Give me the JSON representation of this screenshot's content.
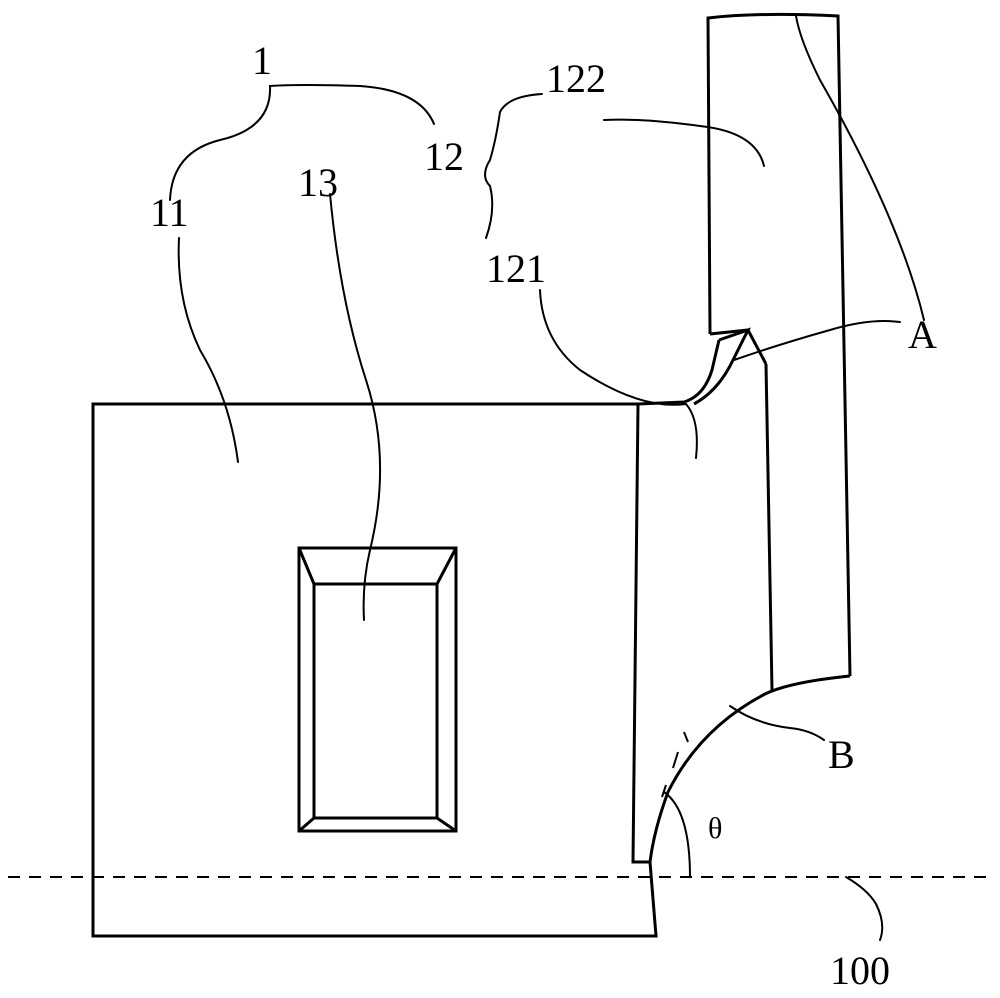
{
  "labels": {
    "assembly": "1",
    "body": "11",
    "arm": "12",
    "window": "13",
    "arm_base": "121",
    "arm_top": "122",
    "point_a": "A",
    "point_b": "B",
    "angle": "θ",
    "reference_plane": "100"
  },
  "colors": {
    "stroke": "#000000",
    "background": "#ffffff"
  }
}
